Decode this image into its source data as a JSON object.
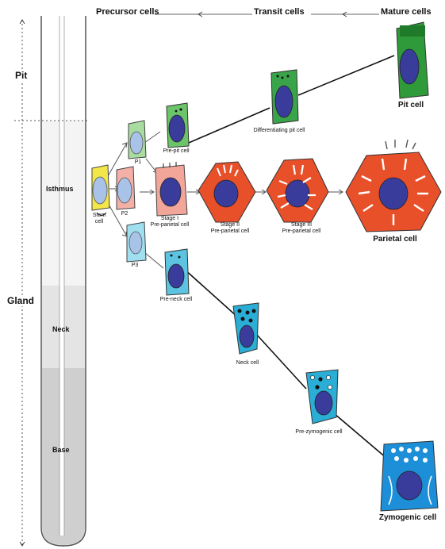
{
  "header": {
    "precursor": "Precursor cells",
    "transit": "Transit cells",
    "mature": "Mature cells"
  },
  "axis": {
    "pit": "Pit",
    "gland": "Gland"
  },
  "zones": {
    "isthmus": "Isthmus",
    "neck": "Neck",
    "base": "Base"
  },
  "cells": {
    "stem": [
      "Stem",
      "cell"
    ],
    "p1": "P1",
    "p2": "P2",
    "p3": "P3",
    "pre_pit": "Pre-pit cell",
    "differentiating_pit": "Differentiating pit cell",
    "pit": "Pit cell",
    "stage1": [
      "Stage I",
      "Pre-parietal cell"
    ],
    "stage2": [
      "Stage II",
      "Pre-parietal cell"
    ],
    "stage3": [
      "Stage III",
      "Pre-parietal cell"
    ],
    "parietal": "Parietal cell",
    "pre_neck": "Pre-neck cell",
    "neck": "Neck cell",
    "pre_zymogenic": "Pre-zymogenic cell",
    "zymogenic": "Zymogenic cell"
  },
  "colors": {
    "nucleus": "#3a3c9c",
    "pit_green": "#2f9a3a",
    "parietal_red": "#e8502a",
    "neck_blue": "#2aaed6",
    "zymogenic_blue": "#1d8fd8",
    "stem_yellow": "#f2e64a",
    "precursor_pink": "#f2b0a6",
    "light_green": "#a8dca0",
    "light_blue": "#9fdff0"
  }
}
